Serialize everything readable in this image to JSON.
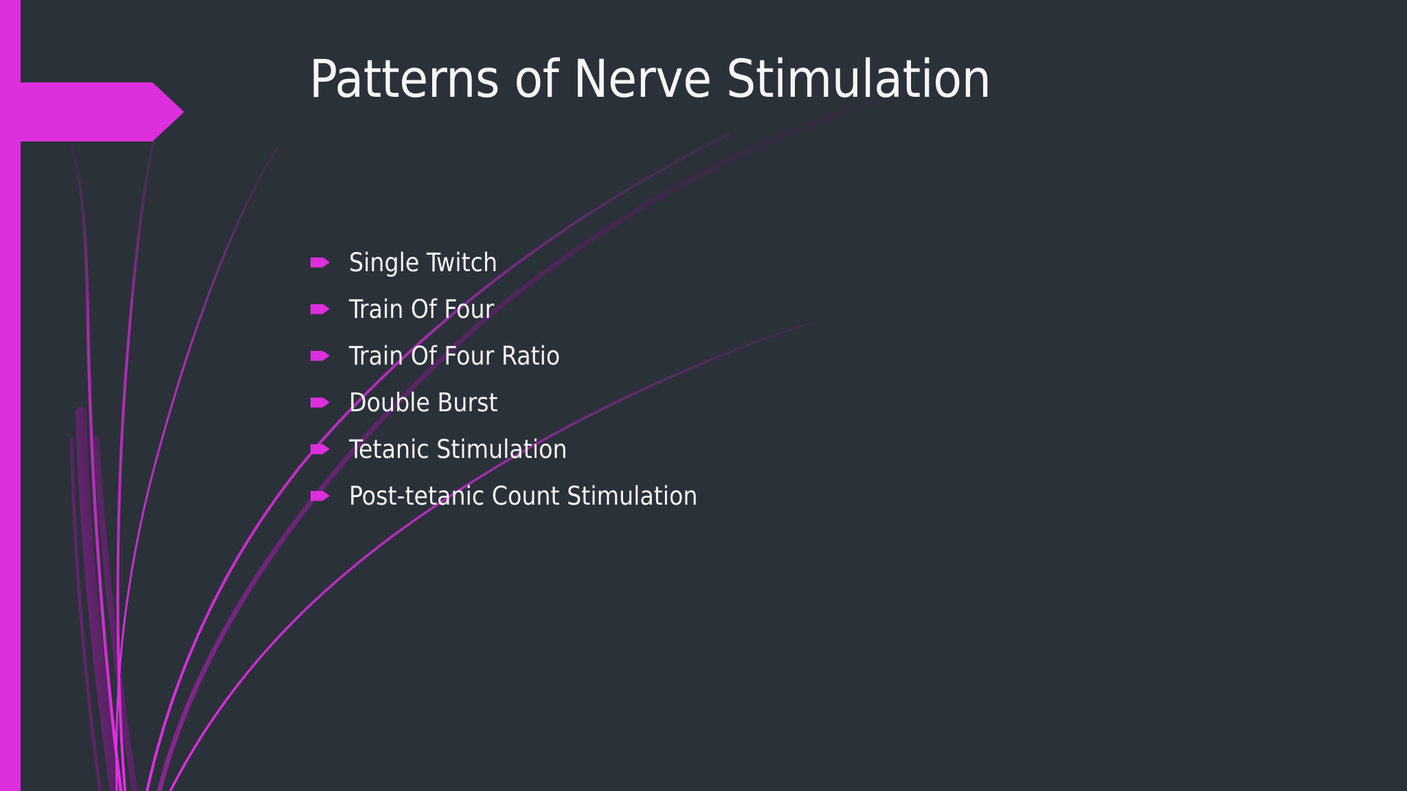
{
  "slide": {
    "title": "Patterns of Nerve Stimulation",
    "background_color": "#2b3139",
    "accent_color": "#dd2fdd",
    "text_color": "#f2f4f6"
  },
  "decor": {
    "left_bar_name": "left-accent-bar",
    "arrow_banner_name": "arrow-banner",
    "grass_lines_name": "decorative-grass-lines"
  },
  "bullets": {
    "marker_icon": "arrow-bullet-icon",
    "items": [
      {
        "label": "Single Twitch"
      },
      {
        "label": "Train Of Four"
      },
      {
        "label": "Train Of Four Ratio"
      },
      {
        "label": "Double Burst"
      },
      {
        "label": "Tetanic Stimulation"
      },
      {
        "label": "Post-tetanic Count Stimulation"
      }
    ]
  }
}
